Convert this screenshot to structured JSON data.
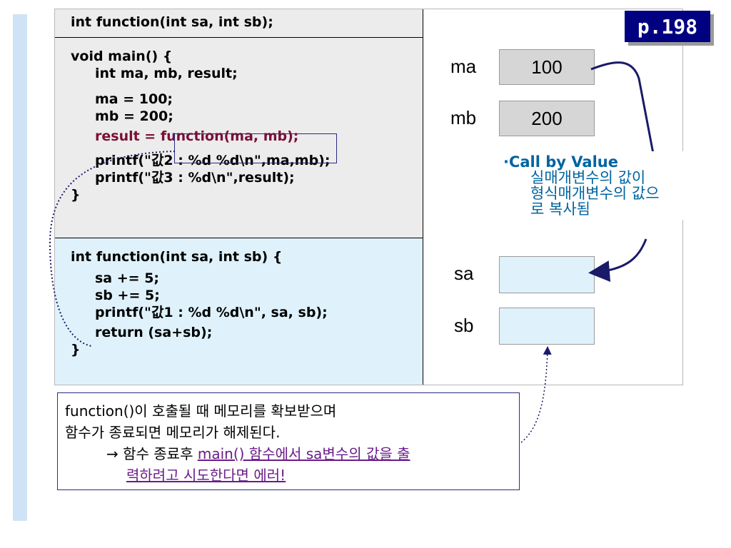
{
  "page_tag": "p.198",
  "code": {
    "prototype": "int function(int sa, int sb);",
    "main": [
      "void main() {",
      "int ma, mb, result;",
      "ma = 100;",
      "mb = 200;",
      "result = function(ma, mb);",
      "printf(\"값2 : %d %d\\n\",ma,mb);",
      "printf(\"값3 : %d\\n\",result);",
      "}"
    ],
    "func": [
      "int function(int sa, int sb) {",
      "sa += 5;",
      "sb += 5;",
      "printf(\"값1 : %d %d\\n\", sa, sb);",
      "return (sa+sb);",
      "}"
    ]
  },
  "memory": {
    "ma": {
      "label": "ma",
      "value": "100"
    },
    "mb": {
      "label": "mb",
      "value": "200"
    },
    "sa": {
      "label": "sa",
      "value": ""
    },
    "sb": {
      "label": "sb",
      "value": ""
    }
  },
  "note": {
    "heading": "·Call by Value",
    "lines": [
      "실매개변수의 값이",
      "형식매개변수의 값으",
      "로 복사됨"
    ]
  },
  "info": {
    "line1": "function()이 호출될 때 메모리를 확보받으며",
    "line2": "함수가 종료되면 메모리가 해제된다.",
    "line3_prefix": "→ 함수 종료후 ",
    "line3_link": "main() 함수에서 sa변수의 값을 출",
    "line4_link": "력하려고 시도한다면 에러!"
  },
  "colors": {
    "code_gray_bg": "#ececec",
    "code_blue_bg": "#dff2fc",
    "note_blue": "#0064a0",
    "navy": "#000080",
    "maroon": "#7a1034"
  }
}
